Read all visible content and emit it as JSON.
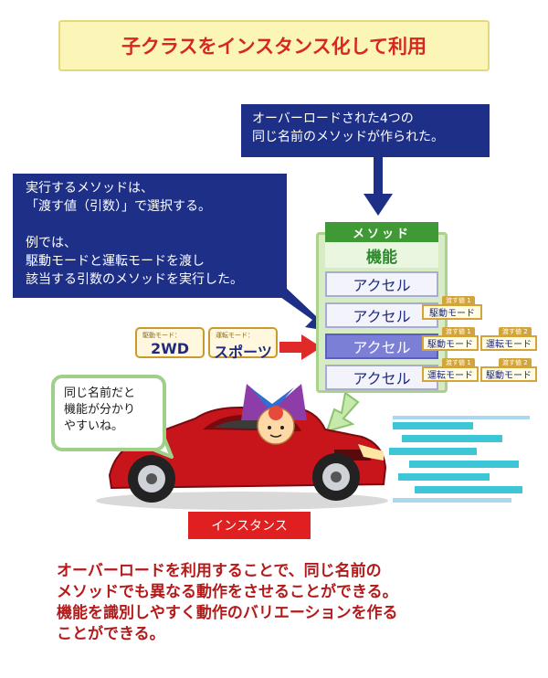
{
  "title": "子クラスをインスタンス化して利用",
  "overload_note": [
    "オーバーロードされた4つの",
    "同じ名前のメソッドが作られた。"
  ],
  "select_note": {
    "para1": [
      "実行するメソッドは、",
      "「渡す値（引数）」で選択する。"
    ],
    "para2": [
      "例では、",
      "駆動モードと運転モードを渡し",
      "該当する引数のメソッドを実行した。"
    ]
  },
  "method_box": {
    "header": "メソッド",
    "function_name": "機能",
    "rows": [
      "アクセル",
      "アクセル",
      "アクセル",
      "アクセル"
    ]
  },
  "overloads": [
    {
      "args": [
        {
          "label": "渡す値 1",
          "value": "駆動モード"
        }
      ]
    },
    {
      "args": [
        {
          "label": "渡す値 1",
          "value": "駆動モード"
        },
        {
          "label": "渡す値 2",
          "value": "運転モード"
        }
      ]
    },
    {
      "args": [
        {
          "label": "渡す値 1",
          "value": "運転モード"
        },
        {
          "label": "渡す値 2",
          "value": "駆動モード"
        }
      ]
    }
  ],
  "inputs": [
    {
      "label": "駆動モード：",
      "value": "2WD"
    },
    {
      "label": "運転モード：",
      "value": "スポーツ"
    }
  ],
  "speech": [
    "同じ名前だと",
    "機能が分かり",
    "やすいね。"
  ],
  "instance_label": "インスタンス",
  "footer": [
    "オーバーロードを利用することで、同じ名前の",
    "メソッドでも異なる動作をさせることができる。",
    "機能を識別しやすく動作のバリエーションを作る",
    "ことができる。"
  ],
  "colors": {
    "title_text": "#d6281e",
    "navy": "#1d2f87",
    "method_green": "#3f9a35",
    "active_row": "#7b7fd6",
    "footer_text": "#b31a1a",
    "instance_bg": "#e02020"
  }
}
